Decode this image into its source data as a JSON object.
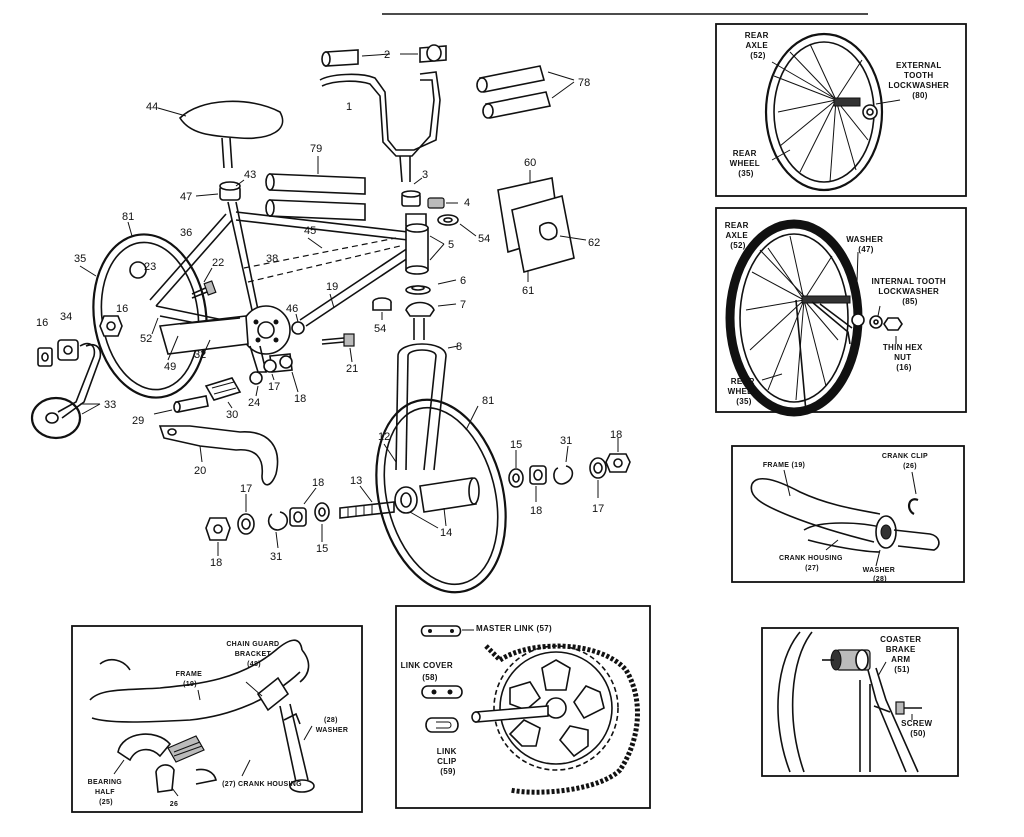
{
  "callouts": {
    "n1": "1",
    "n2": "2",
    "n3": "3",
    "n4": "4",
    "n5": "5",
    "n6": "6",
    "n7": "7",
    "n8": "8",
    "n12": "12",
    "n13": "13",
    "n14": "14",
    "n15a": "15",
    "n15b": "15",
    "n16a": "16",
    "n16b": "16",
    "n17a": "17",
    "n17b": "17",
    "n17c": "17",
    "n18a": "18",
    "n18b": "18",
    "n18c": "18",
    "n18d": "18",
    "n18e": "18",
    "n19": "19",
    "n20": "20",
    "n21": "21",
    "n22": "22",
    "n23": "23",
    "n24": "24",
    "n29": "29",
    "n30": "30",
    "n31a": "31",
    "n31b": "31",
    "n32": "32",
    "n33": "33",
    "n34": "34",
    "n35": "35",
    "n36": "36",
    "n38": "38",
    "n43": "43",
    "n44": "44",
    "n45": "45",
    "n46": "46",
    "n47": "47",
    "n49": "49",
    "n52": "52",
    "n54a": "54",
    "n54b": "54",
    "n60": "60",
    "n61": "61",
    "n62": "62",
    "n78": "78",
    "n79": "79",
    "n81a": "81",
    "n81b": "81"
  },
  "inset_rear_wheel_ext": {
    "rear_axle": [
      "REAR",
      "AXLE",
      "(52)"
    ],
    "lockwasher": [
      "EXTERNAL",
      "TOOTH",
      "LOCKWASHER",
      "(80)"
    ],
    "rear_wheel": [
      "REAR",
      "WHEEL",
      "(35)"
    ]
  },
  "inset_rear_wheel_int": {
    "rear_axle": [
      "REAR",
      "AXLE",
      "(52)"
    ],
    "washer": [
      "WASHER",
      "(47)"
    ],
    "lockwasher": [
      "INTERNAL TOOTH",
      "LOCKWASHER",
      "(85)"
    ],
    "nut": [
      "THIN HEX",
      "NUT",
      "(16)"
    ],
    "rear_wheel": [
      "REAR",
      "WHEEL",
      "(35)"
    ]
  },
  "inset_crank_clip": {
    "frame": [
      "FRAME (19)"
    ],
    "clip": [
      "CRANK CLIP",
      "(26)"
    ],
    "housing": [
      "CRANK HOUSING",
      "(27)"
    ],
    "washer": [
      "WASHER",
      "(28)"
    ]
  },
  "inset_chain_guard": {
    "bracket": [
      "CHAIN GUARD",
      "BRACKET",
      "(48)"
    ],
    "frame": [
      "FRAME",
      "(19)"
    ],
    "washer": [
      "(28)",
      "WASHER"
    ],
    "bearing": [
      "BEARING",
      "HALF",
      "(25)"
    ],
    "n26": "26",
    "housing": [
      "(27) CRANK HOUSING"
    ]
  },
  "inset_chain": {
    "master": "MASTER LINK (57)",
    "cover": [
      "LINK COVER",
      "(58)"
    ],
    "clip": [
      "LINK",
      "CLIP",
      "(59)"
    ]
  },
  "inset_coaster": {
    "arm": [
      "COASTER",
      "BRAKE",
      "ARM",
      "(51)"
    ],
    "screw": [
      "SCREW",
      "(50)"
    ]
  }
}
